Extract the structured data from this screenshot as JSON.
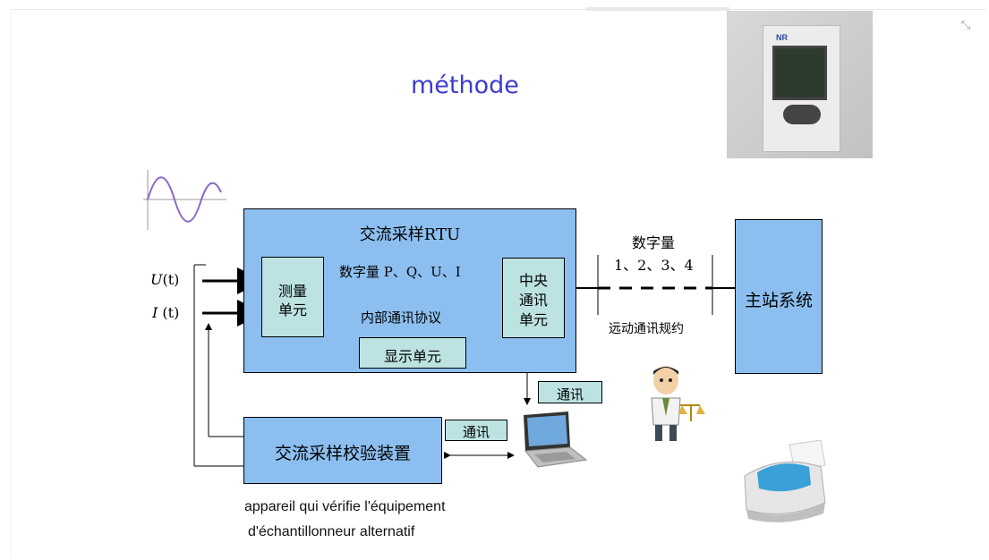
{
  "slide": {
    "title": "méthode"
  },
  "rtu": {
    "title": "交流采样RTU",
    "digital_quantities": "数字量 P、Q、U、I",
    "internal_protocol": "内部通讯协议",
    "measure_unit": [
      "测量",
      "单元"
    ],
    "central_unit": [
      "中央",
      "通讯",
      "单元"
    ],
    "display_unit": "显示单元"
  },
  "inputs": {
    "voltage": "U",
    "current": "I",
    "arg": "(t)",
    "arg_spaced": " (t)"
  },
  "link": {
    "digital": "数字量",
    "channels": "1、2、3、4",
    "protocol": "远动通讯规约"
  },
  "master": {
    "label": "主站系统"
  },
  "checker": {
    "label": "交流采样校验装置"
  },
  "comm_labels": {
    "left": "通讯",
    "right": "通讯"
  },
  "caption": {
    "line1": "appareil qui vérifie l'équipement",
    "line2": "d'échantillonneur alternatif"
  },
  "icons": [
    "collapse-icon",
    "sine-wave-icon",
    "laptop-icon",
    "person-with-scales-icon",
    "printer-icon",
    "rtu-device-photo"
  ],
  "colors": {
    "title": "#3c3ccf",
    "box_blue": "#8cbff0",
    "box_cyan": "#bde2e2"
  }
}
